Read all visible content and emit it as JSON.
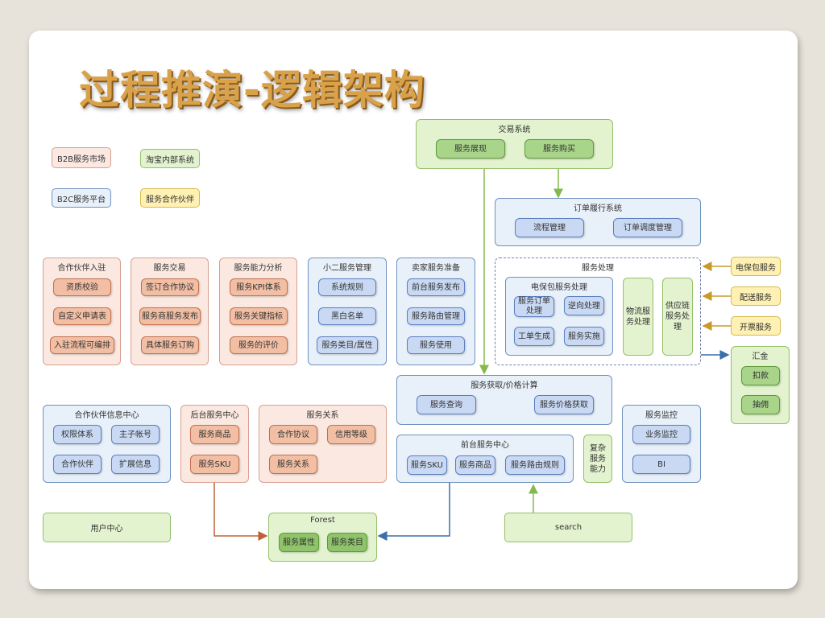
{
  "title": "过程推演-逻辑架构",
  "legend": {
    "b2b": "B2B服务市场",
    "b2c": "B2C服务平台",
    "taobao": "淘宝内部系统",
    "partner": "服务合作伙伴"
  },
  "trade": {
    "title": "交易系统",
    "show": "服务展现",
    "buy": "服务购买"
  },
  "order": {
    "title": "订单履行系统",
    "flow": "流程管理",
    "dispatch": "订单调度管理"
  },
  "partner_in": {
    "title": "合作伙伴入驻",
    "qual": "资质校验",
    "custom": "自定义申请表",
    "process": "入驻流程可编排"
  },
  "svc_trade": {
    "title": "服务交易",
    "sign": "签订合作协议",
    "publish": "服务商服务发布",
    "subscribe": "具体服务订购"
  },
  "capability": {
    "title": "服务能力分析",
    "kpi": "服务KPI体系",
    "key": "服务关键指标",
    "review": "服务的评价"
  },
  "xiaoer": {
    "title": "小二服务管理",
    "rules": "系统规则",
    "bw": "黑白名单",
    "cat": "服务类目/属性"
  },
  "seller": {
    "title": "卖家服务准备",
    "front": "前台服务发布",
    "route": "服务路由管理",
    "use": "服务使用"
  },
  "process": {
    "title": "服务处理",
    "pkg_title": "电保包服务处理",
    "order_proc": "服务订单处理",
    "reverse": "逆向处理",
    "ticket": "工单生成",
    "impl": "服务实施",
    "logistics": "物流服务处理",
    "supply": "供应链服务处理"
  },
  "external": {
    "pkg": "电保包服务",
    "delivery": "配送服务",
    "invoice": "开票服务"
  },
  "summary": {
    "title": "汇金",
    "deduct": "扣款",
    "commission": "抽佣"
  },
  "pricing": {
    "title": "服务获取/价格计算",
    "query": "服务查询",
    "price": "服务价格获取"
  },
  "partner_info": {
    "title": "合作伙伴信息中心",
    "perm": "权限体系",
    "account": "主子帐号",
    "partner": "合作伙伴",
    "ext": "扩展信息"
  },
  "backend": {
    "title": "后台服务中心",
    "goods": "服务商品",
    "sku": "服务SKU"
  },
  "relation": {
    "title": "服务关系",
    "agreement": "合作协议",
    "credit": "信用等级",
    "rel": "服务关系"
  },
  "frontcenter": {
    "title": "前台服务中心",
    "sku": "服务SKU",
    "goods": "服务商品",
    "route": "服务路由规则"
  },
  "complex": "复杂服务能力",
  "monitor": {
    "title": "服务监控",
    "biz": "业务监控",
    "bi": "BI"
  },
  "user_center": "用户中心",
  "forest": {
    "title": "Forest",
    "attr": "服务属性",
    "cat": "服务类目"
  },
  "search": "search",
  "colors": {
    "pink_bg": "#fbe9e1",
    "pink_item": "#f2bfa5",
    "blue_bg": "#e8f1fa",
    "blue_item": "#c9d9f3",
    "green_bg": "#e3f2cf",
    "green_item": "#a9d58a",
    "yellow": "#fff1b3",
    "title": "#d9a24a"
  }
}
